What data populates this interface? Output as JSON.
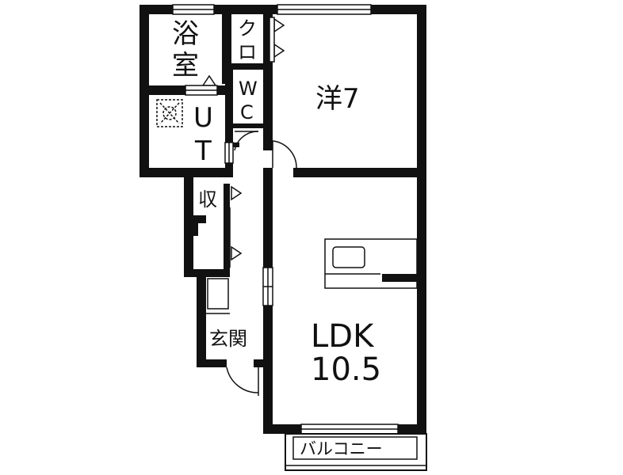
{
  "rooms": {
    "bath_line1": "浴",
    "bath_line2": "室",
    "closet_line1": "ク",
    "closet_line2": "ロ",
    "wc_line1": "W",
    "wc_line2": "C",
    "ut_line1": "U",
    "ut_line2": "T",
    "western": "洋7",
    "storage": "収",
    "entrance": "玄関",
    "ldk_line1": "LDK",
    "ldk_line2": "10.5",
    "balcony": "バルコニー"
  },
  "colors": {
    "wall": "#111111",
    "background": "#ffffff"
  }
}
